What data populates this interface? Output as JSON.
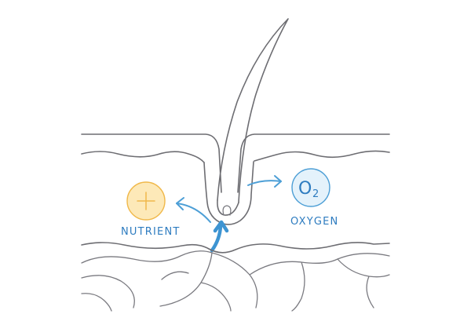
{
  "labels": {
    "nutrient": "NUTRIENT",
    "oxygen": "OXYGEN",
    "oxygen_symbol": "O",
    "oxygen_subscript": "2"
  },
  "colors": {
    "line": "#6d6d72",
    "arrow": "#4d9fd6",
    "text": "#2e7cc0",
    "nutrient_fill": "#fde9b8",
    "nutrient_stroke": "#f0b84a",
    "oxygen_fill": "#e4f2fb",
    "oxygen_stroke": "#4d9fd6"
  },
  "icons": {
    "nutrient": "plus-icon",
    "oxygen": "o2-icon"
  }
}
